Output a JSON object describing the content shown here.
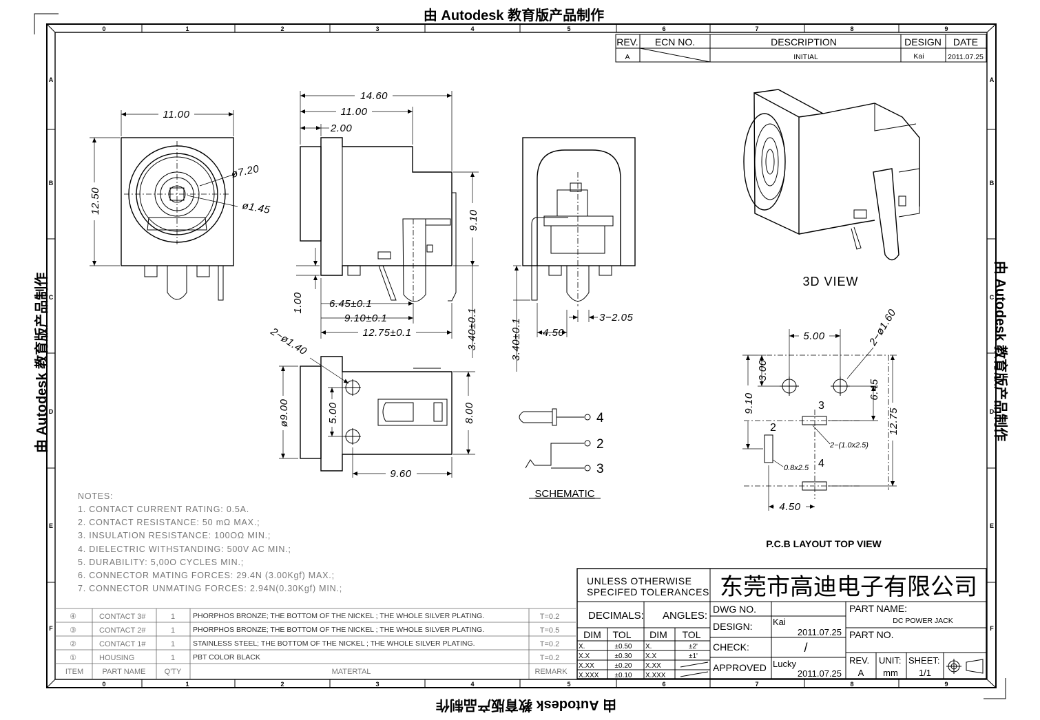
{
  "watermark": "由 Autodesk 教育版产品制作",
  "zone_columns": [
    "0",
    "1",
    "2",
    "3",
    "4",
    "5",
    "6",
    "7",
    "8",
    "9"
  ],
  "zone_rows": [
    "A",
    "B",
    "C",
    "D",
    "E",
    "F"
  ],
  "revision_block": {
    "headers": {
      "rev": "REV.",
      "ecn": "ECN NO.",
      "description": "DESCRIPTION",
      "design": "DESIGN",
      "date": "DATE"
    },
    "row": {
      "rev": "A",
      "ecn": "",
      "description": "INITIAL",
      "design": "Kai",
      "date": "2011.07.25"
    }
  },
  "views": {
    "front": {
      "width": "11.00",
      "height": "12.50",
      "outer_dia": "ø7.20",
      "pin_dia": "ø1.45"
    },
    "side": {
      "d1": "14.60",
      "d2": "11.00",
      "d3": "2.00",
      "d4": "9.10",
      "d5": "1.00",
      "d6": "6.45±0.1",
      "d7": "9.10±0.1",
      "d8": "12.75±0.1",
      "d9": "3.40±0.1"
    },
    "rear": {
      "d1": "3.40±0.1",
      "d2": "4.50",
      "d3": "3−2.05"
    },
    "bottom": {
      "holes": "2−ø1.40",
      "d1": "ø9.00",
      "d2": "5.00",
      "d3": "8.00",
      "d4": "9.60"
    },
    "schematic": {
      "title": "SCHEMATIC",
      "pins": [
        "4",
        "2",
        "3"
      ]
    },
    "view3d": {
      "label": "3D VIEW"
    },
    "pcb": {
      "title": "P.C.B LAYOUT TOP VIEW",
      "d1": "5.00",
      "d2": "2−ø1.60",
      "d3": "3.00",
      "d4": "9.10",
      "d5": "6.45",
      "d6": "12.75",
      "d7": "2−(1.0x2.5)",
      "d8": "0.8x2.5",
      "d9": "4.50",
      "pins": {
        "p3": "3",
        "p2": "2",
        "p4": "4"
      }
    }
  },
  "notes": {
    "title": "NOTES:",
    "items": [
      "1. CONTACT CURRENT RATING: 0.5A.",
      "2. CONTACT RESISTANCE: 50 mΩ MAX.;",
      "3. INSULATION RESISTANCE: 100OΩ MIN.;",
      "4. DIELECTRIC WITHSTANDING: 500V AC MIN.;",
      "5. DURABILITY: 5,00O CYCLES MIN.;",
      "6. CONNECTOR MATING FORCES: 29.4N (3.00Kgf) MAX.;",
      "7. CONNECTOR UNMATING FORCES: 2.94N(0.30Kgf) MIN.;"
    ]
  },
  "bom": {
    "headers": {
      "item": "ITEM",
      "part_name": "PART NAME",
      "qty": "Q'TY",
      "material": "MATERTAL",
      "remark": "REMARK"
    },
    "rows": [
      {
        "item": "④",
        "part_name": "CONTACT 3#",
        "qty": "1",
        "material": "PHORPHOS BRONZE; THE BOTTOM OF THE NICKEL ; THE WHOLE SILVER  PLATING.",
        "remark": "T=0.2"
      },
      {
        "item": "③",
        "part_name": "CONTACT 2#",
        "qty": "1",
        "material": "PHORPHOS BRONZE; THE BOTTOM OF THE NICKEL ; THE WHOLE SILVER  PLATING.",
        "remark": "T=0.5"
      },
      {
        "item": "②",
        "part_name": "CONTACT 1#",
        "qty": "1",
        "material": "STAINLESS STEEL; THE BOTTOM OF THE NICKEL ; THE WHOLE SILVER  PLATING.",
        "remark": "T=0.2"
      },
      {
        "item": "①",
        "part_name": "HOUSING",
        "qty": "1",
        "material": "PBT COLOR BLACK",
        "remark": "T=0.2"
      }
    ]
  },
  "title_block": {
    "tolerance_note_1": "UNLESS OTHERWISE",
    "tolerance_note_2": "SPECIFED TOLERANCES",
    "company": "东莞市高迪电子有限公司",
    "decimals": "DECIMALS:",
    "angles": "ANGLES:",
    "dim": "DIM",
    "tol": "TOL",
    "dec_rows": [
      {
        "dim": "X.",
        "tol": "±0.50"
      },
      {
        "dim": "X.X",
        "tol": "±0.30"
      },
      {
        "dim": "X.XX",
        "tol": "±0.20"
      },
      {
        "dim": "X.XXX",
        "tol": "±0.10"
      }
    ],
    "ang_rows": [
      {
        "dim": "X.",
        "tol": "±2'"
      },
      {
        "dim": "X.X",
        "tol": "±1'"
      },
      {
        "dim": "X.XX",
        "tol": ""
      },
      {
        "dim": "X.XXX",
        "tol": ""
      }
    ],
    "dwg_no_label": "DWG NO.",
    "design_label": "DESIGN:",
    "design_name": "Kai",
    "design_date": "2011.07.25",
    "check_label": "CHECK:",
    "check_value": "/",
    "approved_label": "APPROVED",
    "approved_name": "Lucky",
    "approved_date": "2011.07.25",
    "part_name_label": "PART NAME:",
    "part_name": "DC POWER JACK",
    "part_no_label": "PART NO.",
    "rev_label": "REV.",
    "rev_value": "A",
    "unit_label": "UNIT:",
    "unit_value": "mm",
    "sheet_label": "SHEET:",
    "sheet_value": "1/1"
  }
}
